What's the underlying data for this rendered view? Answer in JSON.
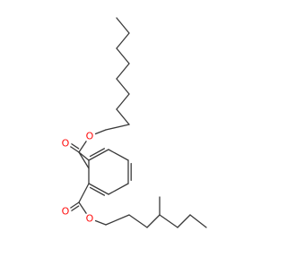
{
  "molecule": {
    "atom_color": "#ff0d0d",
    "bond_color": "#3a3a3a",
    "labels": {
      "ester_o_upper": "O",
      "carbonyl_o_upper": "O",
      "carbonyl_o_lower": "O",
      "ester_o_lower": "O"
    }
  }
}
